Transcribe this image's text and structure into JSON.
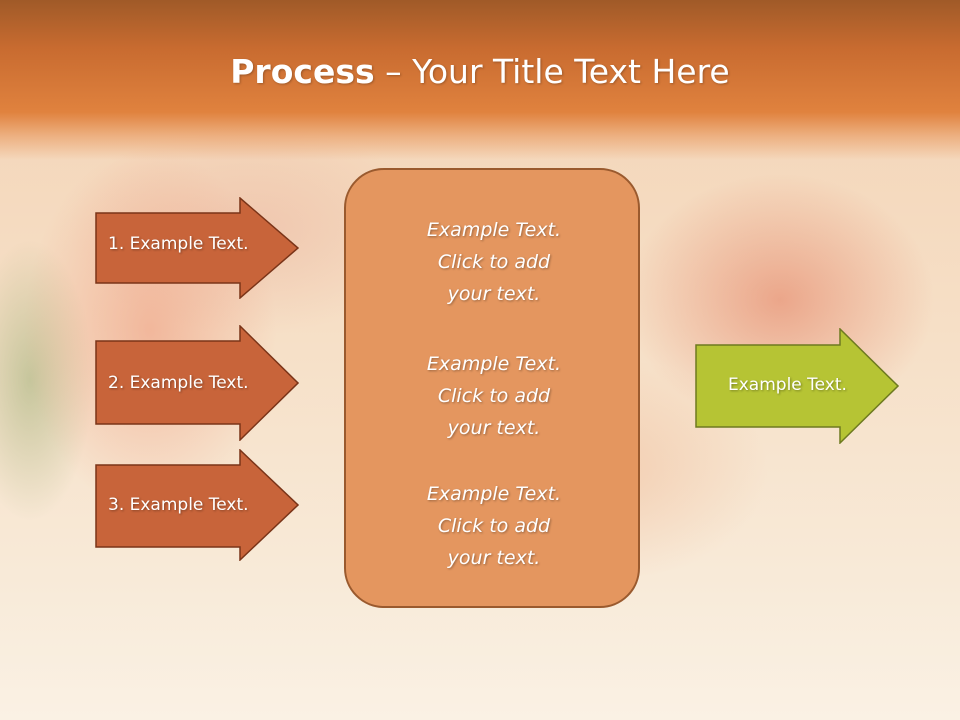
{
  "slide": {
    "title_bold": "Process",
    "title_rest": " – Your Title Text Here"
  },
  "left_steps": [
    {
      "label": "1. Example Text."
    },
    {
      "label": "2. Example Text."
    },
    {
      "label": "3. Example Text."
    }
  ],
  "center_box": {
    "paragraphs": [
      {
        "lines": [
          "Example Text.",
          "Click  to add",
          "your text."
        ]
      },
      {
        "lines": [
          "Example Text.",
          "Click  to add",
          "your text."
        ]
      },
      {
        "lines": [
          "Example Text.",
          "Click  to add",
          "your text."
        ]
      }
    ]
  },
  "output_arrow": {
    "label": "Example Text."
  },
  "colors": {
    "header": "#e0823e",
    "step_arrow_fill": "#c8643a",
    "step_arrow_border": "#7a3418",
    "center_box_fill": "#e4965f",
    "output_arrow_fill": "#b6c434",
    "output_arrow_border": "#6e7a20"
  }
}
